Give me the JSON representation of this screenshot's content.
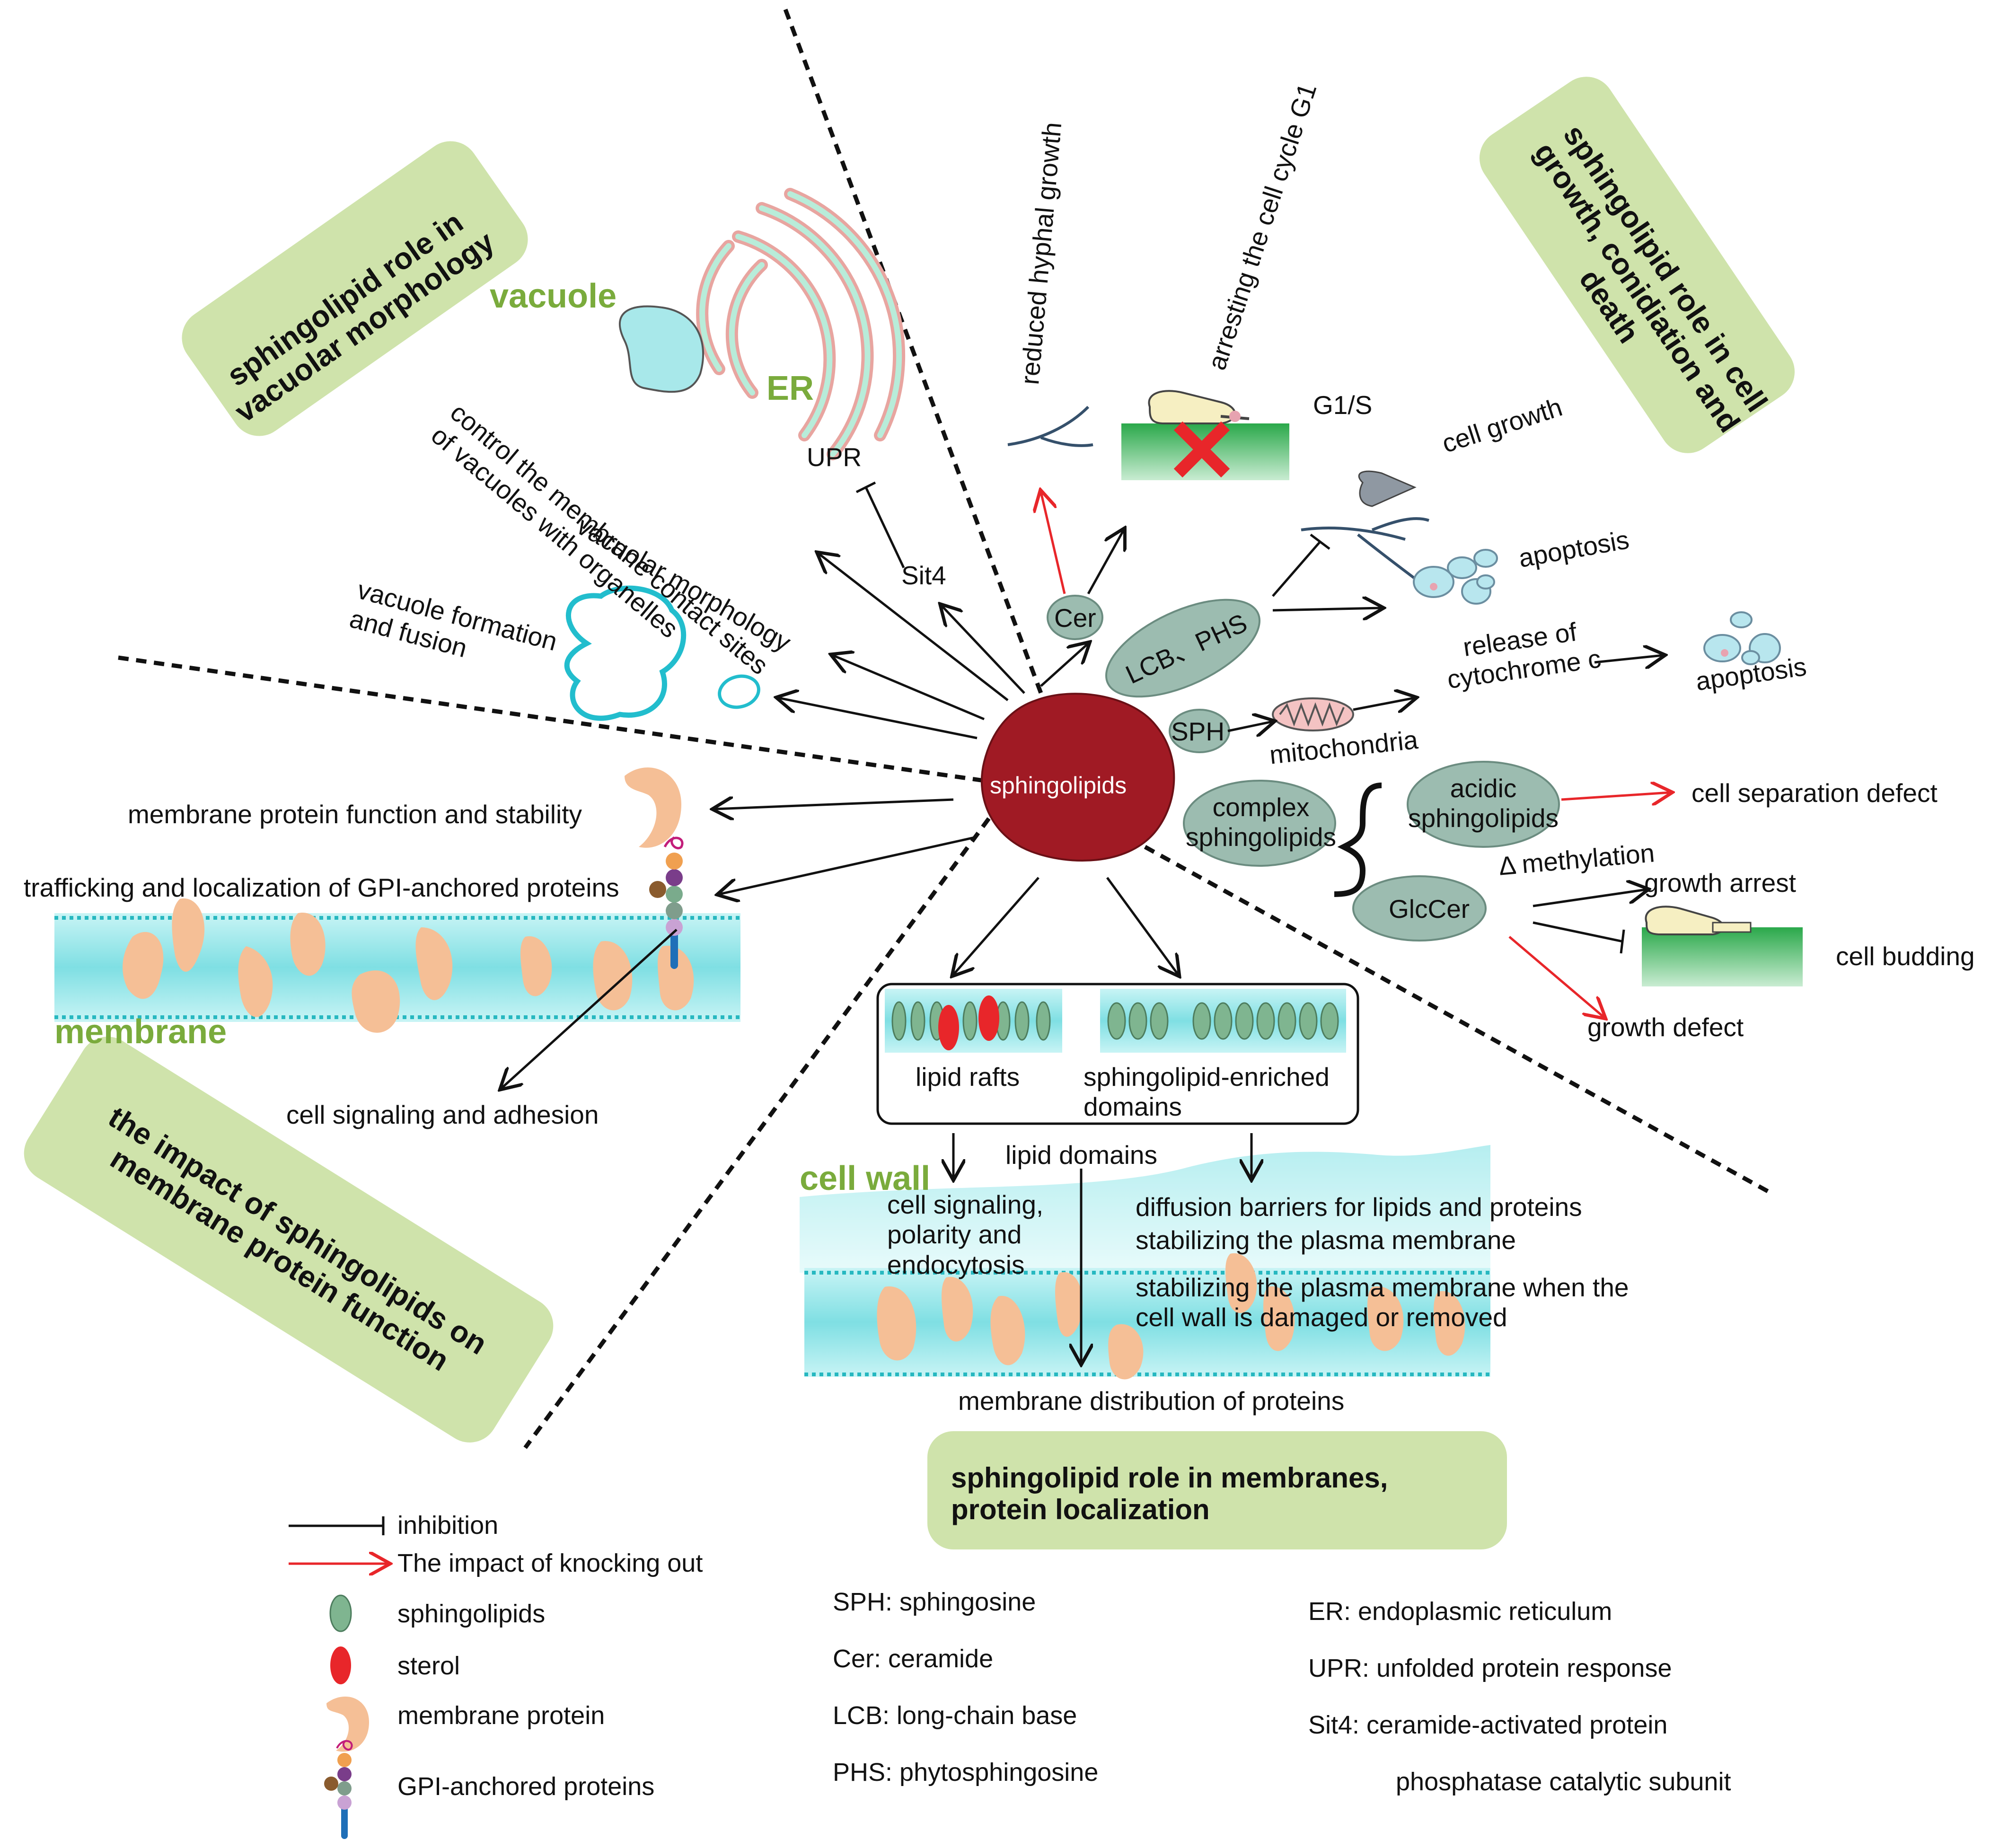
{
  "center": {
    "label": "sphingolipids"
  },
  "sections": {
    "vacuole_title": "sphingolipid role in vacuolar morphology",
    "growth_title": "sphingolipid role in cell growth, conidiation and death",
    "membrane_title": "the impact of sphingolipids on membrane protein function",
    "membranes_title": "sphingolipid role in membranes, protein localization"
  },
  "organelles": {
    "vacuole": "vacuole",
    "er": "ER",
    "membrane": "membrane",
    "cell_wall": "cell wall",
    "mitochondria": "mitochondria"
  },
  "vacuolar": {
    "upr": "UPR",
    "sit4": "Sit4",
    "contact_sites": "control the membrane contact sites of vacuoles with organelles",
    "morphology": "vacuolar morphology",
    "formation": "vacuole formation and fusion"
  },
  "growth": {
    "hyphal": "reduced hyphal growth",
    "cell_cycle": "arresting the cell cycle G1",
    "g1s": "G1/S",
    "cer": "Cer",
    "lcb_phs": "LCB、PHS",
    "cell_growth": "cell growth",
    "apoptosis1": "apoptosis",
    "sph": "SPH",
    "release": "release of cytochrome c",
    "apoptosis2": "apoptosis",
    "complex": "complex sphingolipids",
    "acidic": "acidic sphingolipids",
    "separation": "cell separation defect",
    "methylation": "Δ methylation",
    "glccer": "GlcCer",
    "growth_arrest": "growth arrest",
    "cell_budding": "cell budding",
    "growth_defect": "growth defect"
  },
  "membrane_fn": {
    "protein_function": "membrane protein function and stability",
    "gpi": "trafficking and localization of GPI-anchored proteins",
    "signaling": "cell signaling and adhesion"
  },
  "domains": {
    "lipid_rafts": "lipid rafts",
    "enriched": "sphingolipid-enriched domains",
    "lipid_domains": "lipid domains",
    "signaling_polarity": "cell signaling, polarity and endocytosis",
    "diffusion": "diffusion barriers for lipids and proteins",
    "stabilizing": "stabilizing the plasma membrane",
    "stabilizing_wall": "stabilizing the plasma membrane when the cell wall is damaged or removed",
    "distribution": "membrane distribution of proteins"
  },
  "legend": {
    "inhibition": "inhibition",
    "knockout": "The impact of knocking out",
    "sphingolipids": "sphingolipids",
    "sterol": "sterol",
    "membrane_protein": "membrane protein",
    "gpi": "GPI-anchored proteins"
  },
  "abbreviations": {
    "sph": "SPH: sphingosine",
    "cer": "Cer: ceramide",
    "lcb": "LCB: long-chain base",
    "phs": "PHS: phytosphingosine",
    "er": "ER: endoplasmic reticulum",
    "upr": "UPR: unfolded protein response",
    "sit4_a": "Sit4: ceramide-activated protein",
    "sit4_b": "phosphatase catalytic subunit"
  },
  "colors": {
    "green_box": "#cfe3ab",
    "green_title": "#7aab3c",
    "center": "#a01a24",
    "node": "#9cbcb0",
    "membrane": "#8fe2e6",
    "protein": "#f5bf96",
    "red_arrow": "#e8262a"
  }
}
